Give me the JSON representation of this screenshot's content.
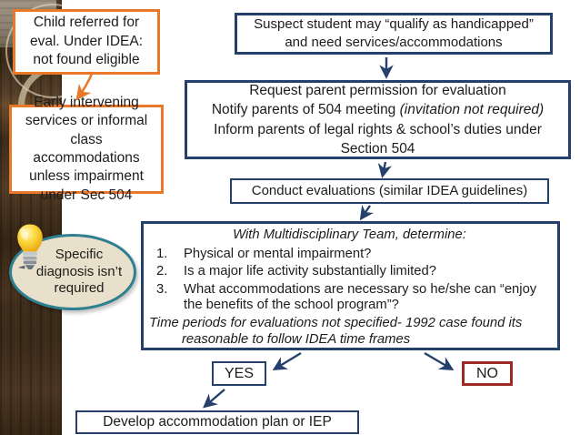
{
  "colors": {
    "orange": "#E8792B",
    "navy": "#24406B",
    "dark_red": "#9E2A25",
    "teal": "#2E7F90",
    "ellipse_fill": "#E8E0CA"
  },
  "boxes": {
    "referral": "Child referred for eval. Under IDEA: not found eligible",
    "early_intervening": "Early intervening services or informal class accommodations unless impairment under Sec 504",
    "suspect": "Suspect student may “qualify as handicapped” and need services/accommodations",
    "permission": {
      "line1": "Request parent permission for evaluation",
      "line2_normal": "Notify parents of 504 meeting ",
      "line2_italic": "(invitation not required)",
      "line3": "Inform parents of legal rights & school’s duties under Section 504"
    },
    "conduct": "Conduct evaluations (similar IDEA guidelines)",
    "team": {
      "heading": "With Multidisciplinary Team, determine:",
      "numbers": [
        "1.",
        "2.",
        "3."
      ],
      "items": [
        "Physical or mental impairment?",
        "Is a major life activity substantially limited?",
        "What accommodations are necessary so he/she can “enjoy the benefits of the school program”?"
      ],
      "note": "Time periods for evaluations not specified- 1992 case found its reasonable to follow IDEA time frames"
    },
    "yes": "YES",
    "no": "NO",
    "develop": "Develop accommodation plan or IEP"
  },
  "callout": {
    "icon": "lightbulb",
    "text": "Specific diagnosis isn’t required"
  }
}
